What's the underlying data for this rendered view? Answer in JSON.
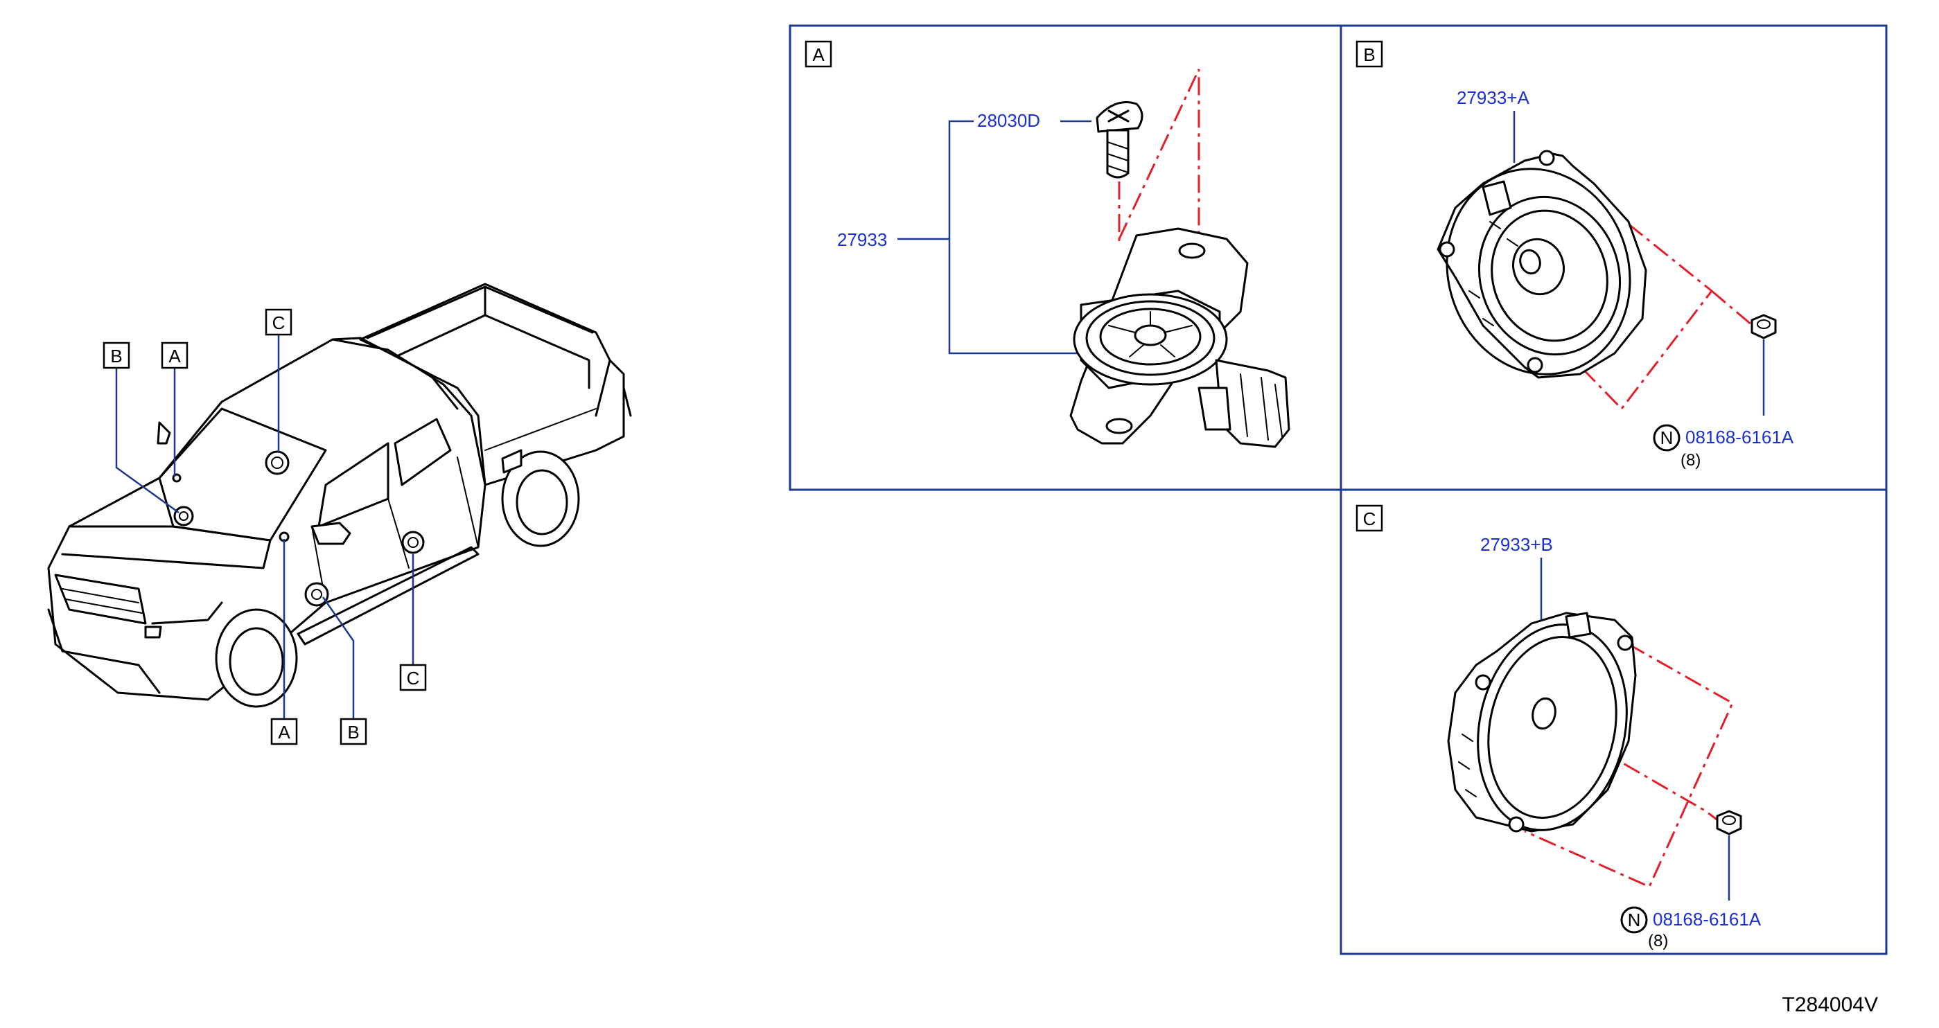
{
  "callouts": {
    "A": "A",
    "B": "B",
    "C": "C"
  },
  "panels": {
    "a": {
      "tag": "A",
      "part_screw": "28030D",
      "part_speaker": "27933"
    },
    "b": {
      "tag": "B",
      "part_speaker": "27933+A",
      "nut_symbol": "N",
      "part_nut": "08168-6161A",
      "nut_qty": "(8)"
    },
    "c": {
      "tag": "C",
      "part_speaker": "27933+B",
      "nut_symbol": "N",
      "part_nut": "08168-6161A",
      "nut_qty": "(8)"
    }
  },
  "footer": {
    "drawing_code": "T284004V"
  },
  "colors": {
    "label_blue": "#1a2fd6",
    "frame_blue": "#1b3a8f",
    "dash_red": "#e0202a",
    "line_black": "#000000"
  }
}
